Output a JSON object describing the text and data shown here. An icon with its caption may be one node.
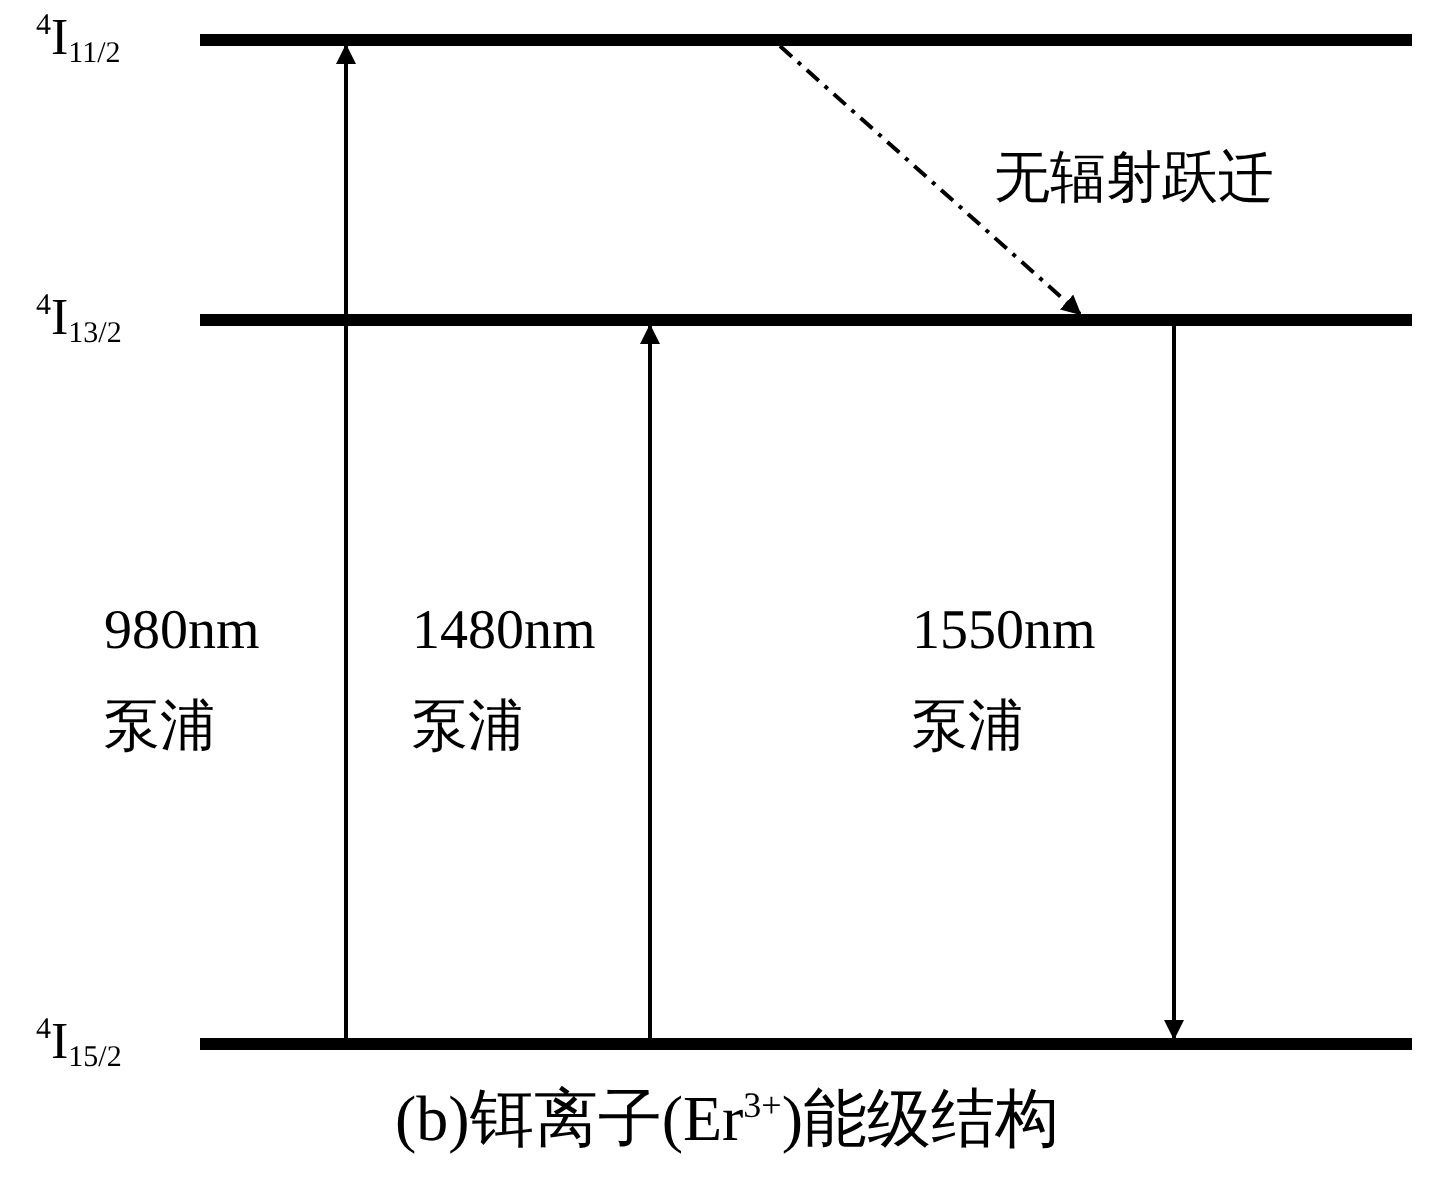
{
  "diagram": {
    "caption": "(b)铒离子(Er$^{3+}$)能级结构",
    "nodes": [
      {
        "text": [],
        "shape": "bar",
        "beside": [
          "$^{4}$I$_{11/2}$"
        ]
      },
      {
        "text": [],
        "shape": "bar",
        "beside": [
          "$^{4}$I$_{13/2}$"
        ]
      },
      {
        "text": [],
        "shape": "bar",
        "beside": [
          "$^{4}$I$_{15/2}$"
        ]
      }
    ],
    "edges": [
      {
        "from": 2,
        "to": 0,
        "arrow": "to",
        "label": "980nm 泵浦"
      },
      {
        "from": 2,
        "to": 1,
        "arrow": "to",
        "label": "1480nm 泵浦"
      },
      {
        "from": 1,
        "to": 2,
        "arrow": "to",
        "label": "1550nm 泵浦"
      },
      {
        "from": 0,
        "to": 1,
        "arrow": "to",
        "label": "无辐射跃迁",
        "style": "dashed"
      }
    ]
  }
}
